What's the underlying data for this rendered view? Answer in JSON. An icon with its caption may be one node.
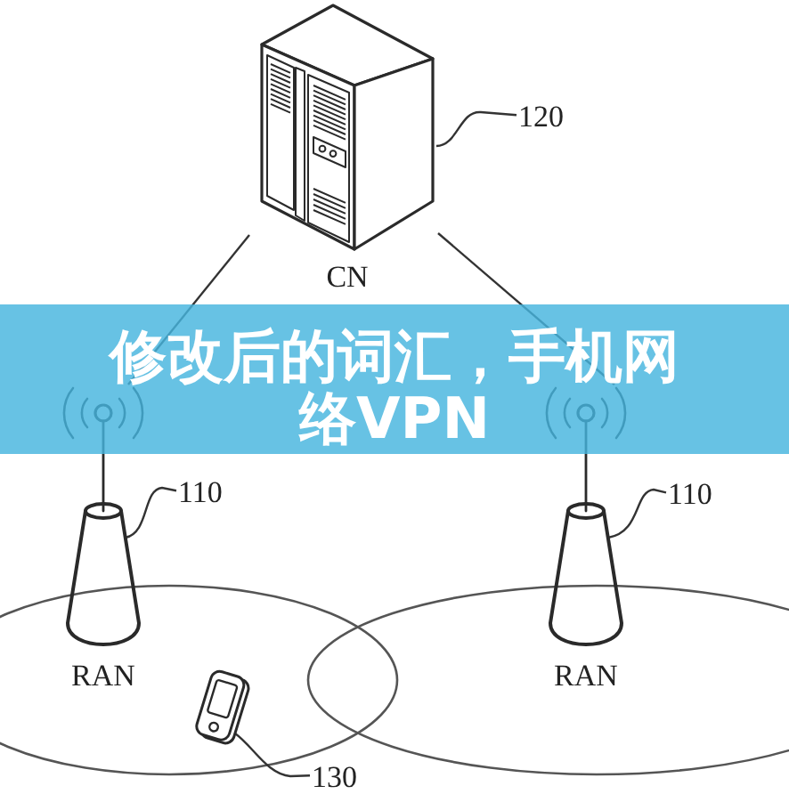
{
  "diagram": {
    "title": "修改后的词汇，手机网络VPN",
    "nodes": [
      {
        "text": [
          "CN"
        ]
      },
      {
        "text": [
          "120"
        ]
      },
      {
        "text": [
          "RAN"
        ]
      },
      {
        "text": [
          "110"
        ]
      },
      {
        "text": [
          "RAN"
        ]
      },
      {
        "text": [
          "110"
        ]
      },
      {
        "text": [],
        "shape": "picture"
      },
      {
        "text": [
          "130"
        ]
      }
    ],
    "edges": [
      {
        "from": 0,
        "to": 2,
        "arrow": "none"
      },
      {
        "from": 0,
        "to": 4,
        "arrow": "none"
      },
      {
        "from": 1,
        "to": 0,
        "arrow": "none"
      },
      {
        "from": 3,
        "to": 2,
        "arrow": "none"
      },
      {
        "from": 5,
        "to": 4,
        "arrow": "none"
      },
      {
        "from": 7,
        "to": 6,
        "arrow": "none"
      }
    ]
  }
}
